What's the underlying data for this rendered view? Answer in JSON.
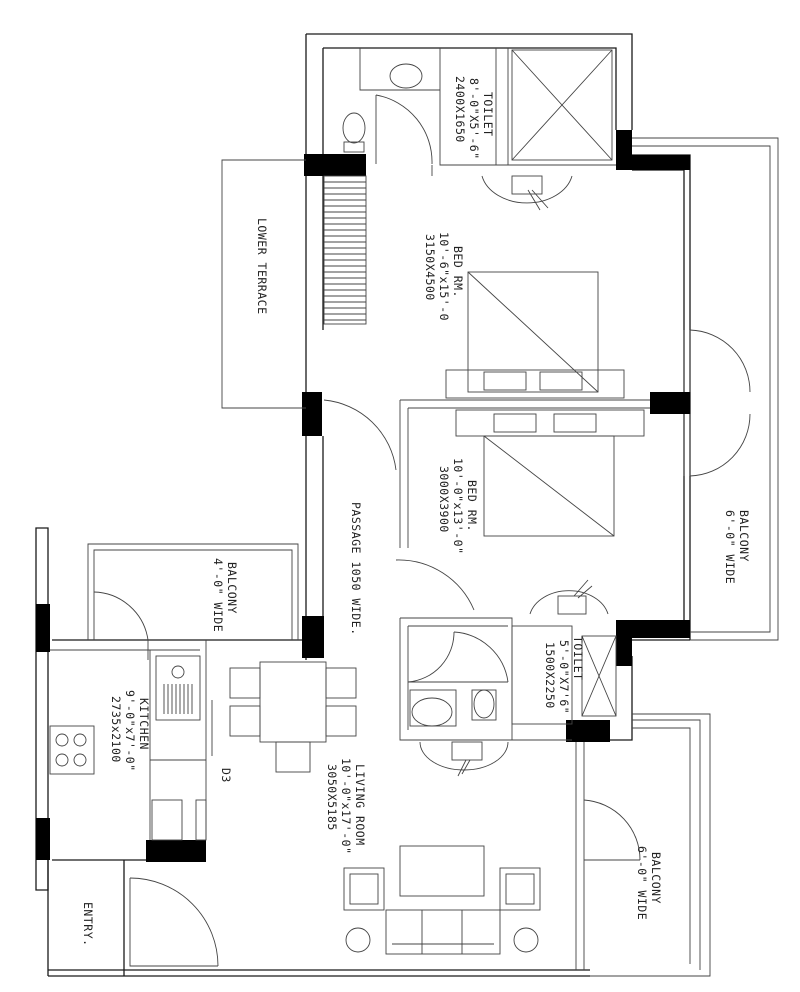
{
  "rooms": {
    "toilet_top": {
      "name": "TOILET",
      "size_imperial": "8'-0\"X5'-6\"",
      "size_metric": "2400X1650"
    },
    "bed_room_1": {
      "name": "BED RM.",
      "size_imperial": "10'-6\"x15'-0",
      "size_metric": "3150X4500"
    },
    "bed_room_2": {
      "name": "BED RM.",
      "size_imperial": "10'-0\"x13'-0\"",
      "size_metric": "3000X3900"
    },
    "toilet_2": {
      "name": "TOILET",
      "size_imperial": "5'-0\"X7'6\"",
      "size_metric": "1500X2250"
    },
    "living_room": {
      "name": "LIVING ROOM",
      "size_imperial": "10'-0\"x17'-0\"",
      "size_metric": "3050X5185"
    },
    "kitchen": {
      "name": "KITCHEN",
      "size_imperial": "9'-0\"x7'-0\"",
      "size_metric": "2735x2100"
    },
    "lower_terrace": {
      "name": "LOWER TERRACE"
    },
    "passage": {
      "name": "PASSAGE 1050 WIDE."
    },
    "balcony_right": {
      "name": "BALCONY",
      "width": "6'-0\" WIDE"
    },
    "balcony_lower_right": {
      "name": "BALCONY",
      "width": "6'-0\" WIDE"
    },
    "balcony_kitchen": {
      "name": "BALCONY",
      "width": "4'-0\" WIDE"
    },
    "entry": {
      "name": "ENTRY."
    },
    "door_tag": {
      "name": "D3"
    }
  },
  "colors": {
    "wall": "#000000",
    "line": "#1a1a1a",
    "background": "#ffffff"
  }
}
